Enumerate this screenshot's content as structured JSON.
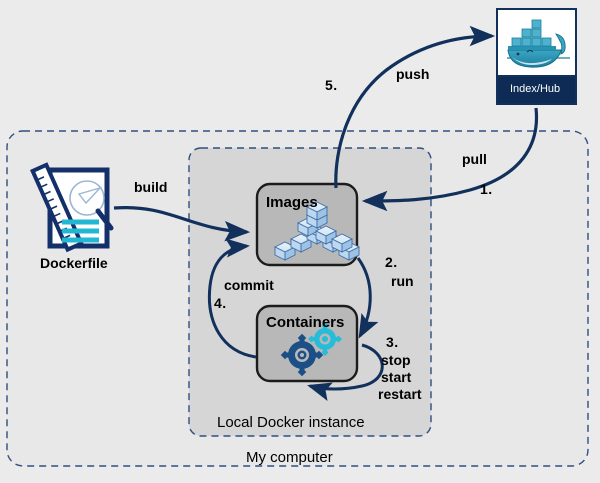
{
  "diagram": {
    "title": "Docker workflow diagram",
    "background_color": "#ebebeb",
    "accent_navy": "#12305c",
    "accent_cyan": "#2bbbd8",
    "box_fill": "#b8b8b8",
    "zone_fill_outer": "#e8e8e8",
    "zone_fill_inner": "#d6d6d6"
  },
  "zones": {
    "outer": {
      "label": "My computer"
    },
    "inner": {
      "label": "Local Docker instance"
    }
  },
  "nodes": {
    "registry": {
      "label": "Index/Hub",
      "icon": "docker-whale-icon"
    },
    "dockerfile": {
      "label": "Dockerfile",
      "icon": "dockerfile-document-icon"
    },
    "images": {
      "label": "Images",
      "icon": "cube-stack-icon"
    },
    "containers": {
      "label": "Containers",
      "icon": "gears-icon"
    }
  },
  "edges": [
    {
      "id": "pull",
      "step": "1.",
      "label": "pull",
      "from": "registry",
      "to": "images"
    },
    {
      "id": "run",
      "step": "2.",
      "label": "run",
      "from": "images",
      "to": "containers"
    },
    {
      "id": "lifecycle",
      "step": "3.",
      "label": "stop\nstart\nrestart",
      "label_lines": [
        "stop",
        "start",
        "restart"
      ],
      "from": "containers",
      "to": "containers"
    },
    {
      "id": "commit",
      "step": "4.",
      "label": "commit",
      "from": "containers",
      "to": "images"
    },
    {
      "id": "push",
      "step": "5.",
      "label": "push",
      "from": "images",
      "to": "registry"
    },
    {
      "id": "build",
      "step": "",
      "label": "build",
      "from": "dockerfile",
      "to": "images"
    }
  ],
  "labels": {
    "build": "build",
    "push": "push",
    "pull": "pull",
    "commit": "commit",
    "run": "run",
    "stop": "stop",
    "start": "start",
    "restart": "restart",
    "step1": "1.",
    "step2": "2.",
    "step3": "3.",
    "step4": "4.",
    "step5": "5."
  }
}
